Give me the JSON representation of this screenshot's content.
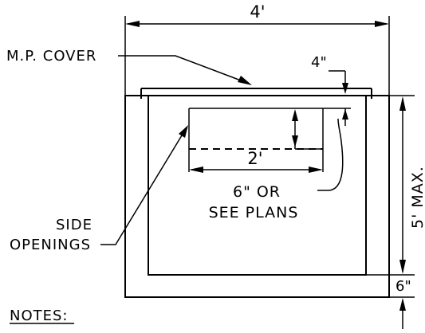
{
  "drawing": {
    "labels": {
      "top_width": "4'",
      "cover_depth": "4\"",
      "mp_cover": "M.P. COVER",
      "opening_width": "2'",
      "opening_height_line1": "6\" OR",
      "opening_height_line2": "SEE PLANS",
      "side_openings_line1": "SIDE",
      "side_openings_line2": "OPENINGS",
      "max_height": "5' MAX.",
      "wall_thickness": "6\"",
      "notes_heading": "NOTES:"
    },
    "colors": {
      "line": "#000000",
      "background": "#ffffff"
    }
  }
}
